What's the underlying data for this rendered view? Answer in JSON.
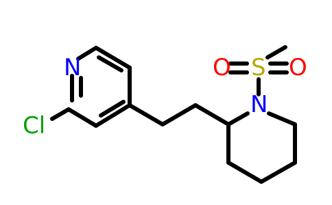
{
  "molecule": {
    "atoms": {
      "n_pyridine": {
        "symbol": "N",
        "color": "#0000ff"
      },
      "cl": {
        "symbol": "Cl",
        "color": "#00a000"
      },
      "n_piperidine": {
        "symbol": "N",
        "color": "#0000ff"
      },
      "s": {
        "symbol": "S",
        "color": "#b8a800"
      },
      "o_left": {
        "symbol": "O",
        "color": "#ff0000"
      },
      "o_right": {
        "symbol": "O",
        "color": "#ff0000"
      }
    },
    "bond_color": "#000000"
  }
}
